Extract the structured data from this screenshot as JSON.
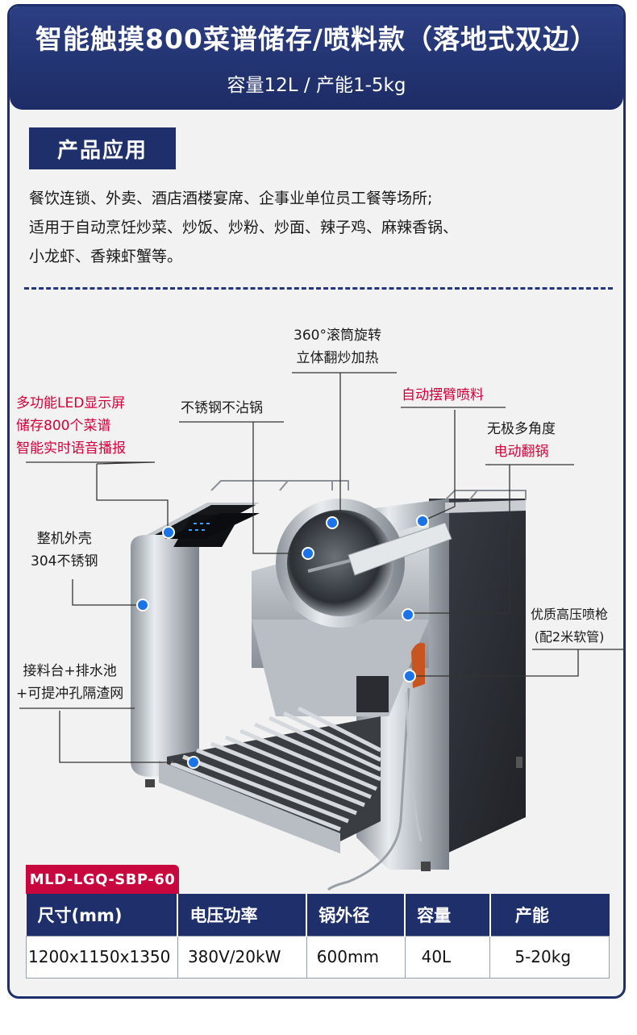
{
  "header": {
    "title": "智能触摸800菜谱储存/喷料款（落地式双边）",
    "subtitle": "容量12L /  产能1-5kg"
  },
  "section": {
    "tag": "产品应用",
    "lines": [
      "餐饮连锁、外卖、酒店酒楼宴席、企事业单位员工餐等场所;",
      "适用于自动烹饪炒菜、炒饭、炒粉、炒面、辣子鸡、麻辣香锅、",
      "小龙虾、香辣虾蟹等。"
    ]
  },
  "callouts": {
    "led": [
      "多功能LED显示屏",
      "储存800个菜谱",
      "智能实时语音播报"
    ],
    "shell": [
      "整机外壳",
      "304不锈钢"
    ],
    "tray": [
      "接料台+排水池",
      "+可提冲孔隔渣网"
    ],
    "pot": [
      "不锈钢不沾锅"
    ],
    "drum": [
      "360°滚筒旋转",
      "立体翻炒加热"
    ],
    "spray": [
      "自动摆臂喷料"
    ],
    "flip": [
      "无极多角度",
      "电动翻锅"
    ],
    "gun": [
      "优质高压喷枪",
      "(配2米软管)"
    ]
  },
  "colors": {
    "navy": "#1e2f6b",
    "accent_red": "#c8073f",
    "dot_blue": "#1a73e8"
  },
  "spec": {
    "model": "MLD-LGQ-SBP-60",
    "headers": [
      "尺寸(mm)",
      "电压功率",
      "锅外径",
      "容量",
      "产能"
    ],
    "values": [
      "1200x1150x1350",
      "380V/20kW",
      "600mm",
      "40L",
      "5-20kg"
    ]
  }
}
